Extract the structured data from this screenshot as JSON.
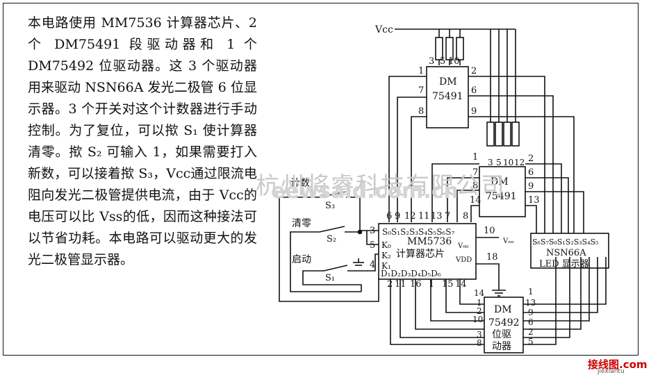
{
  "description": "本电路使用 MM7536 计算器芯片、2 个 DM75491 段驱动器和 1 个 DM75492 位驱动器。这 3 个驱动器用来驱动 NSN66A 发光二极管 6 位显示器。3 个开关对这个计数器进行手动控制。为了复位，可以揿 S₁ 使计算器清零。揿 S₂ 可输入 1，如果需要打入新数，可以接着揿 S₃，Vcc通过限流电阻向发光二极管提供电流，由于 Vcc的电压可以比 Vss的低，因而这种接法可以节省功耗。本电路可以驱动更大的发光二极管显示器。",
  "vcc": "Vcc",
  "chips": {
    "dm1": {
      "name": "DM",
      "part": "75491",
      "pins_left": [
        "1",
        "7",
        "8"
      ],
      "pins_right": [
        "2",
        "6",
        "9"
      ],
      "pins_top": [
        "3",
        "5",
        "10"
      ]
    },
    "dm2": {
      "name": "DM",
      "part": "75491",
      "pins_left": [
        "1",
        "7",
        "8",
        "14"
      ],
      "pins_right": [
        "2",
        "6",
        "9",
        "13"
      ],
      "pins_top": [
        "3",
        "5",
        "10",
        "12"
      ]
    },
    "mm": {
      "seg_labels": "S₀S₁S₂S₃S₄S₅S₆S₇",
      "k0": "K₀",
      "k2": "K₂",
      "k1": "K₁",
      "name": "MM5736",
      "desc": "计算器芯片",
      "vss": "V₀₀",
      "vdd": "VDD",
      "digits": "D₁D₂D₃D₄D₅D₆",
      "top_pins": [
        "6",
        "9",
        "12",
        "11",
        "13",
        "7",
        "8"
      ],
      "left_pins": [
        "3",
        "5",
        "4"
      ],
      "bottom_pins": [
        "2",
        "11",
        "16",
        "1",
        "15",
        "14"
      ],
      "pin10": "10",
      "pin18": "18",
      "vout": "Vₙₙ"
    },
    "dm3": {
      "name": "DM",
      "part": "75492",
      "desc1": "位驱",
      "desc2": "动器",
      "pins_left": [
        "14",
        "1",
        "2",
        "10",
        "3",
        "8"
      ],
      "pins_right": [
        "1",
        "13",
        "9",
        "6",
        "2",
        "5"
      ]
    },
    "nsn": {
      "segs": "S₆S₇S₀S₁S₂S₃S₄S₅",
      "name": "NSN66A",
      "desc": "LED 显示器"
    }
  },
  "switches": {
    "count": "计数",
    "clear": "清零",
    "start": "启动",
    "s3": "S₃",
    "s2": "S₂",
    "s1": "S₁"
  },
  "watermark": "杭州将睿科技有限公司",
  "watermark2": "eewsaid.com.cn",
  "logo": "接线图",
  "logo_dot": ".com",
  "logo_sub": "jiexiantu"
}
